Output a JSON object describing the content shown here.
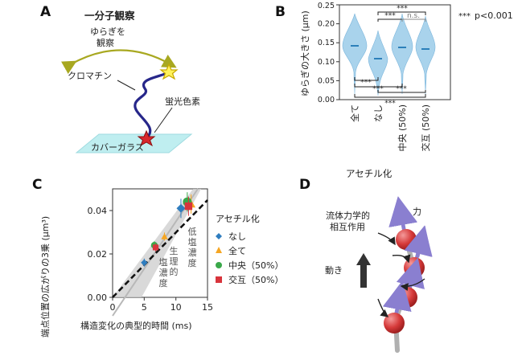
{
  "panel_labels": {
    "a": "A",
    "b": "B",
    "c": "C",
    "d": "D"
  },
  "panel_a": {
    "title": "一分子観察",
    "fluct_line1": "ゆらぎを",
    "fluct_line2": "観察",
    "chromatin": "クロマチン",
    "fluor_dye": "蛍光色素",
    "cover_glass": "カバーガラス"
  },
  "panel_b": {
    "ylabel": "ゆらぎの大きさ (μm)",
    "xlabel": "アセチル化",
    "yticks": [
      "0.00",
      "0.05",
      "0.10",
      "0.15",
      "0.20",
      "0.25"
    ],
    "categories": [
      "全て",
      "なし",
      "中央 (50%)",
      "交互 (50%)"
    ],
    "sig_key_stars": "***",
    "sig_key_text": "p<0.001",
    "brackets": [
      "***",
      "***",
      "n.s.",
      "***",
      "***",
      "***",
      "***"
    ],
    "violin_color": "#a9d3ec",
    "median_color": "#1f77b4"
  },
  "panel_c": {
    "ylabel": "端点位置の広がりの3乗 (μm³)",
    "xlabel": "構造変化の典型的時間 (ms)",
    "yticks": [
      "0.00",
      "0.02",
      "0.04"
    ],
    "xticks": [
      "0",
      "5",
      "10",
      "15"
    ],
    "legend_title": "アセチル化",
    "legend": [
      "なし",
      "全て",
      "中央（50%）",
      "交互（50%）"
    ],
    "low_salt": "低塩濃度",
    "physio_salt": "生理的塩濃度",
    "colors": {
      "none": "#2f7dbf",
      "all": "#f5a623",
      "middle": "#3aa84a",
      "alt": "#d8343c"
    }
  },
  "panel_d": {
    "flow_label_1": "流体力学的",
    "flow_label_2": "相互作用",
    "force": "力",
    "motion": "動き"
  },
  "chart_data": {
    "type": "scatter",
    "xlabel": "構造変化の典型的時間 (ms)",
    "ylabel": "端点位置の広がりの3乗 (μm³)",
    "xlim": [
      0,
      15
    ],
    "ylim": [
      0,
      0.05
    ],
    "series": [
      {
        "name": "なし",
        "marker": "diamond",
        "x": [
          5.0,
          10.8
        ],
        "y": [
          0.016,
          0.041
        ]
      },
      {
        "name": "全て",
        "marker": "triangle",
        "x": [
          8.2,
          12.4
        ],
        "y": [
          0.028,
          0.043
        ]
      },
      {
        "name": "中央（50%）",
        "marker": "circle",
        "x": [
          6.6,
          11.8
        ],
        "y": [
          0.024,
          0.044
        ]
      },
      {
        "name": "交互（50%）",
        "marker": "square",
        "x": [
          6.8,
          12.0
        ],
        "y": [
          0.023,
          0.042
        ]
      }
    ]
  }
}
